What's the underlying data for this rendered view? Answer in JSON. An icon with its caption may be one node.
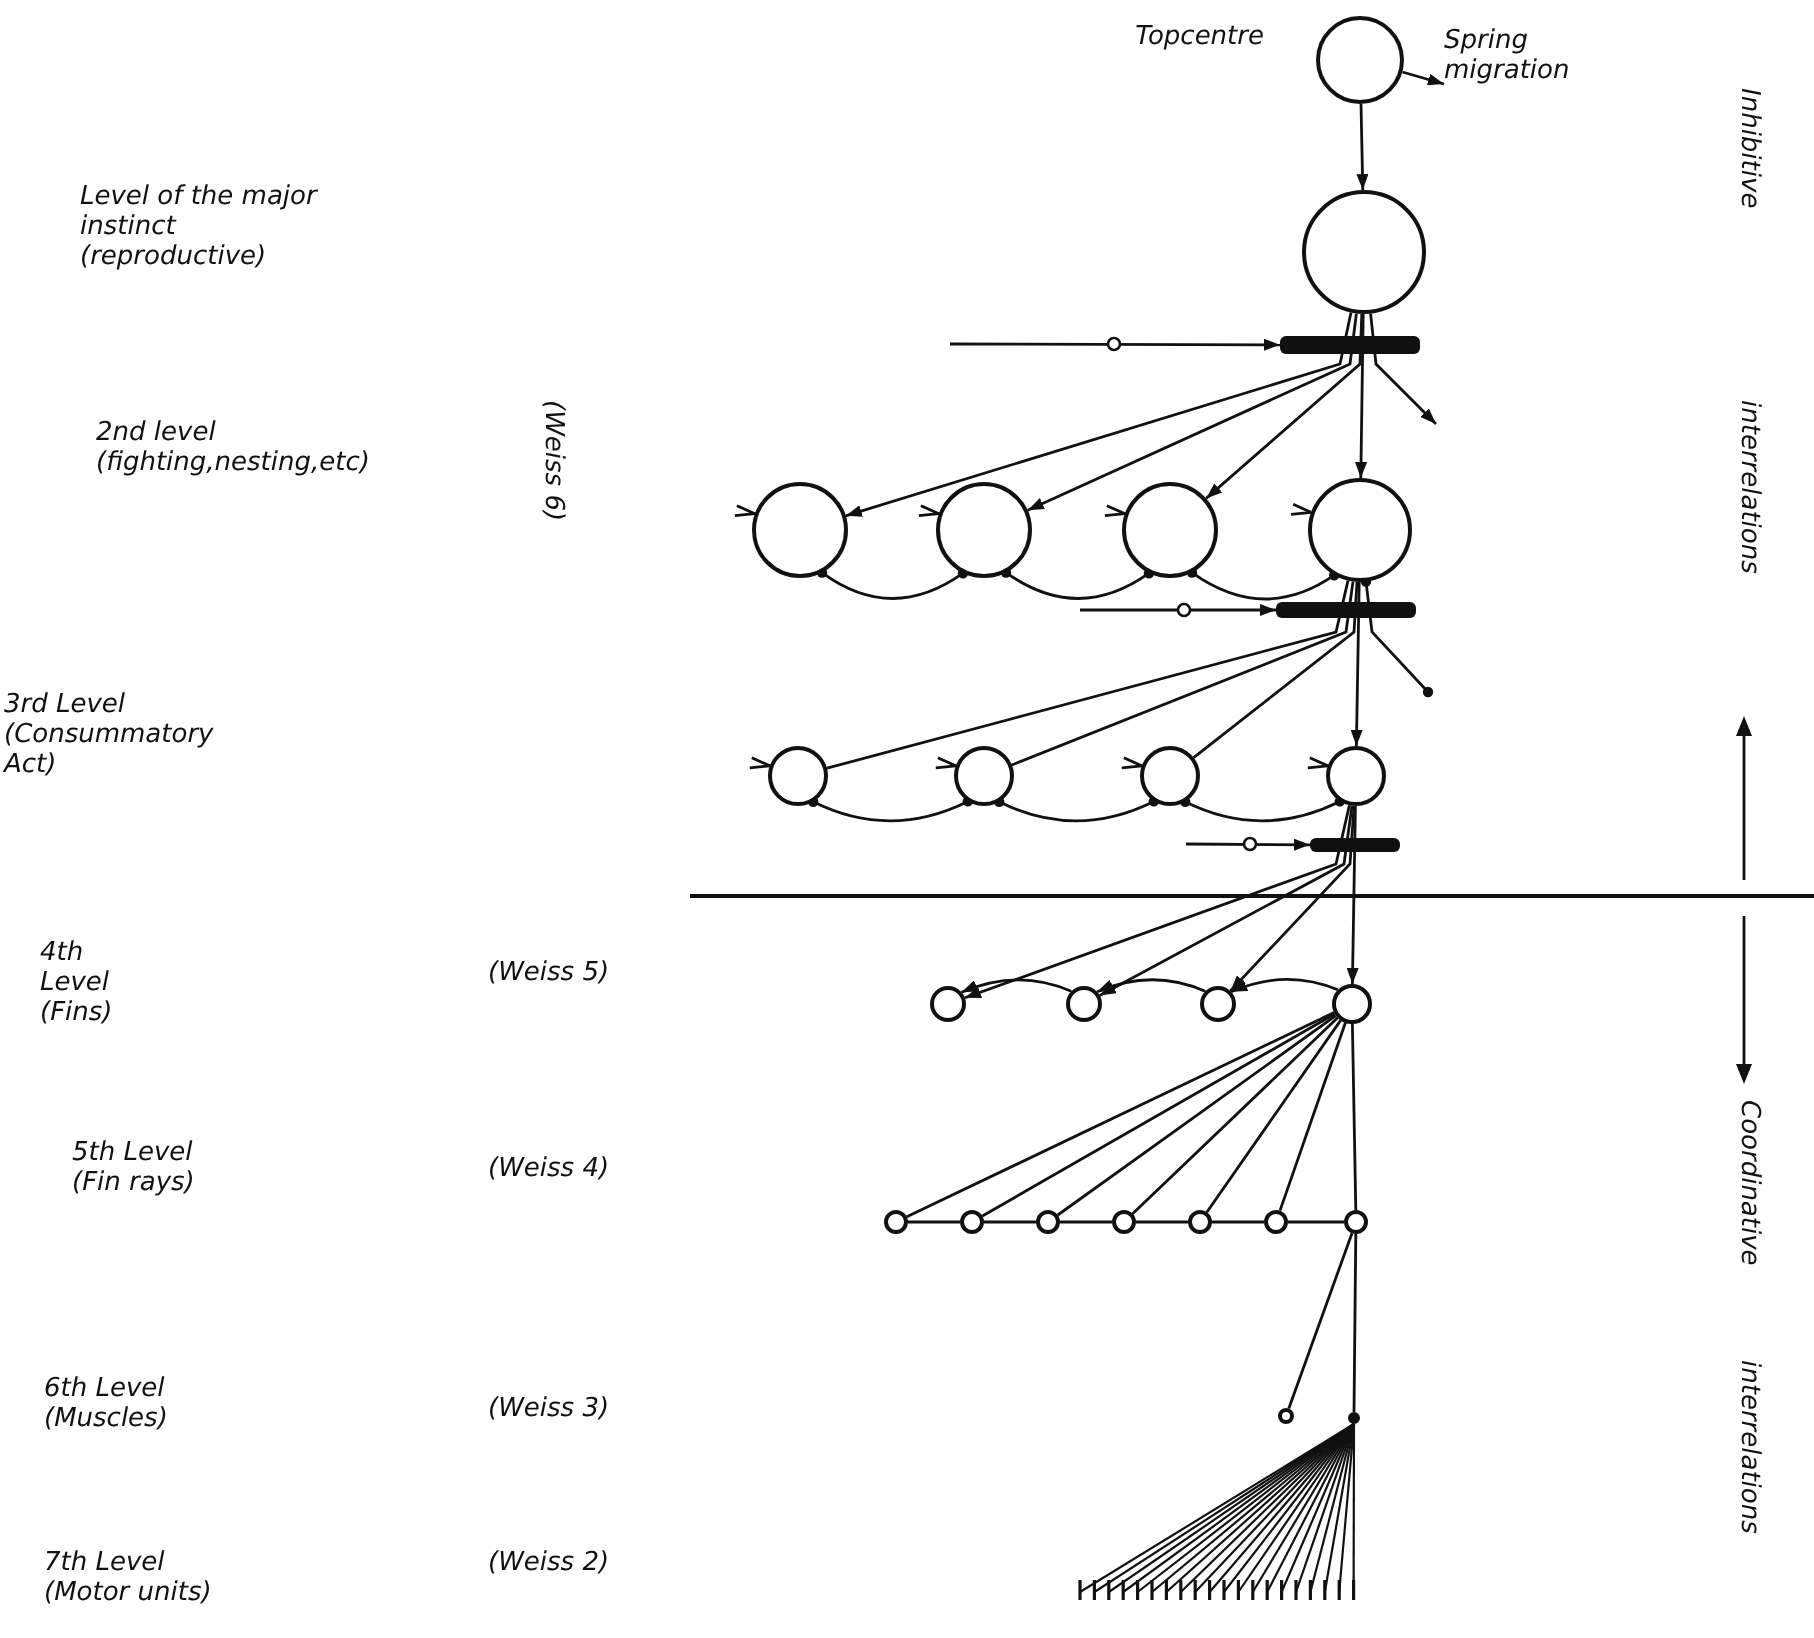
{
  "diagram": {
    "nodes": [
      {
        "text": [],
        "shape": "circle",
        "beside": [
          "Topcentre"
        ]
      },
      {
        "text": [
          "Spring migration"
        ]
      },
      {
        "text": [],
        "shape": "circle"
      },
      {
        "text": [],
        "shape": "bar"
      },
      {
        "text": [],
        "shape": "circle"
      },
      {
        "text": [],
        "shape": "circle"
      },
      {
        "text": [],
        "shape": "circle"
      },
      {
        "text": [],
        "shape": "circle"
      },
      {
        "text": [],
        "shape": "bar"
      },
      {
        "text": [],
        "shape": "circle"
      },
      {
        "text": [],
        "shape": "circle"
      },
      {
        "text": [],
        "shape": "circle"
      },
      {
        "text": [],
        "shape": "circle"
      },
      {
        "text": [],
        "shape": "bar"
      },
      {
        "text": [],
        "shape": "circle"
      },
      {
        "text": [],
        "shape": "circle"
      },
      {
        "text": [],
        "shape": "circle"
      },
      {
        "text": [],
        "shape": "circle"
      },
      {
        "text": [],
        "shape": "circle"
      },
      {
        "text": [],
        "shape": "circle"
      },
      {
        "text": [],
        "shape": "circle"
      },
      {
        "text": [],
        "shape": "circle"
      },
      {
        "text": [],
        "shape": "circle"
      },
      {
        "text": [],
        "shape": "circle"
      },
      {
        "text": [],
        "shape": "circle"
      },
      {
        "text": [],
        "shape": "circle"
      },
      {
        "text": [],
        "shape": "circle"
      }
    ],
    "edges": [
      {
        "from": 0,
        "to": 2,
        "arrow": "to"
      },
      {
        "from": 0,
        "to": 1,
        "arrow": "to"
      },
      {
        "from": null,
        "to": 3,
        "arrow": "to"
      },
      {
        "from": 2,
        "to": 4,
        "arrow": "to"
      },
      {
        "from": 2,
        "to": 5,
        "arrow": "to"
      },
      {
        "from": 2,
        "to": 6,
        "arrow": "to"
      },
      {
        "from": 2,
        "to": 7,
        "arrow": "to"
      },
      {
        "from": 2,
        "to": null,
        "arrow": "to"
      },
      {
        "from": 4,
        "to": 5,
        "arrow": "other"
      },
      {
        "from": 5,
        "to": 6,
        "arrow": "other"
      },
      {
        "from": 6,
        "to": 7,
        "arrow": "other"
      },
      {
        "from": null,
        "to": 8,
        "arrow": "to"
      },
      {
        "from": 7,
        "to": 9,
        "arrow": "none"
      },
      {
        "from": 7,
        "to": 10,
        "arrow": "none"
      },
      {
        "from": 7,
        "to": 11,
        "arrow": "none"
      },
      {
        "from": 7,
        "to": 12,
        "arrow": "to"
      },
      {
        "from": 7,
        "to": null,
        "arrow": "other"
      },
      {
        "from": 9,
        "to": 10,
        "arrow": "other"
      },
      {
        "from": 10,
        "to": 11,
        "arrow": "other"
      },
      {
        "from": 11,
        "to": 12,
        "arrow": "other"
      },
      {
        "from": null,
        "to": 13,
        "arrow": "to"
      },
      {
        "from": 12,
        "to": 14,
        "arrow": "to"
      },
      {
        "from": 12,
        "to": 15,
        "arrow": "to"
      },
      {
        "from": 12,
        "to": 16,
        "arrow": "to"
      },
      {
        "from": 12,
        "to": 17,
        "arrow": "to"
      },
      {
        "from": 17,
        "to": 16,
        "arrow": "to"
      },
      {
        "from": 16,
        "to": 15,
        "arrow": "to"
      },
      {
        "from": 15,
        "to": 14,
        "arrow": "to"
      },
      {
        "from": 17,
        "to": 18,
        "arrow": "none"
      },
      {
        "from": 17,
        "to": 19,
        "arrow": "none"
      },
      {
        "from": 17,
        "to": 20,
        "arrow": "none"
      },
      {
        "from": 17,
        "to": 21,
        "arrow": "none"
      },
      {
        "from": 17,
        "to": 22,
        "arrow": "none"
      },
      {
        "from": 17,
        "to": 23,
        "arrow": "none"
      },
      {
        "from": 17,
        "to": 24,
        "arrow": "none"
      },
      {
        "from": 18,
        "to": 19,
        "arrow": "none"
      },
      {
        "from": 19,
        "to": 20,
        "arrow": "none"
      },
      {
        "from": 20,
        "to": 21,
        "arrow": "none"
      },
      {
        "from": 21,
        "to": 22,
        "arrow": "none"
      },
      {
        "from": 22,
        "to": 23,
        "arrow": "none"
      },
      {
        "from": 23,
        "to": 24,
        "arrow": "none"
      },
      {
        "from": 24,
        "to": 25,
        "arrow": "none"
      },
      {
        "from": 24,
        "to": 26,
        "arrow": "none"
      }
    ],
    "labels": [
      "Level of the major instinct (reproductive)",
      "2nd level (fighting,nesting,etc)",
      "(Weiss 6)",
      "3rd Level (Consummatory Act)",
      "4th Level (Fins)",
      "(Weiss 5)",
      "5th Level (Fin rays)",
      "(Weiss 4)",
      "6th Level (Muscles)",
      "(Weiss 3)",
      "7th Level (Motor units)",
      "(Weiss 2)",
      "Inhibitive",
      "interrelations",
      "Coordinative",
      "interrelations"
    ]
  }
}
